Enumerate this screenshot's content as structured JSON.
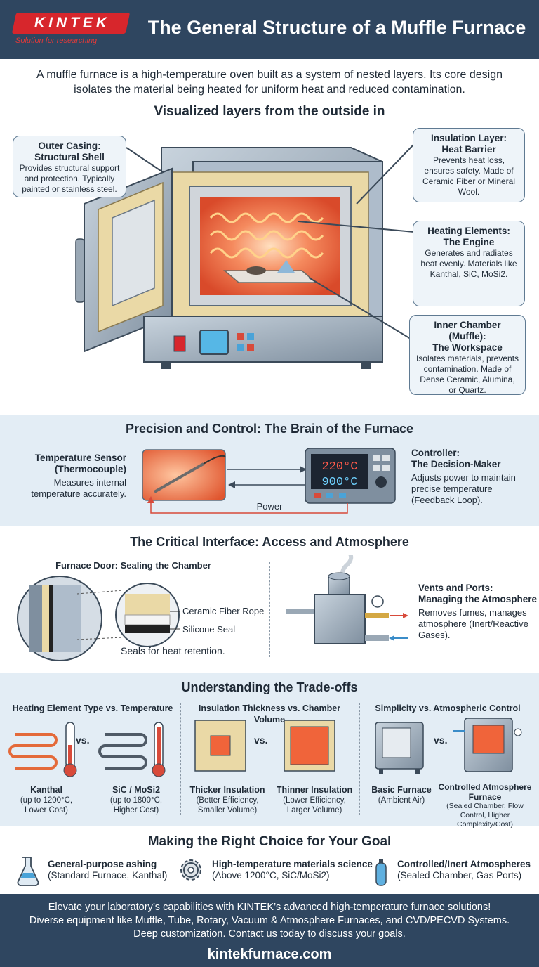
{
  "header": {
    "logo_text": "KINTEK",
    "logo_tagline": "Solution for researching",
    "title": "The General Structure of a Muffle Furnace"
  },
  "intro": "A muffle furnace is a high-temperature oven built as a system of nested layers. Its core design isolates the material being heated for uniform heat and reduced contamination.",
  "layers": {
    "title": "Visualized layers from the outside in",
    "outer_casing": {
      "title1": "Outer Casing:",
      "title2": "Structural Shell",
      "desc": "Provides structural support and protection. Typically painted or stainless steel."
    },
    "insulation": {
      "title1": "Insulation Layer:",
      "title2": "Heat Barrier",
      "desc": "Prevents heat loss, ensures safety. Made of Ceramic Fiber or Mineral Wool."
    },
    "heating": {
      "title1": "Heating Elements:",
      "title2": "The Engine",
      "desc": "Generates and radiates heat evenly. Materials like Kanthal, SiC, MoSi2."
    },
    "chamber": {
      "title1": "Inner Chamber (Muffle):",
      "title2": "The Workspace",
      "desc": "Isolates materials, prevents contamination. Made of Dense Ceramic, Alumina, or Quartz."
    }
  },
  "control": {
    "title": "Precision and Control: The Brain of the Furnace",
    "sensor_title1": "Temperature Sensor",
    "sensor_title2": "(Thermocouple)",
    "sensor_desc": "Measures internal temperature accurately.",
    "controller_title1": "Controller:",
    "controller_title2": "The Decision-Maker",
    "controller_desc": "Adjusts power to maintain precise temperature (Feedback Loop).",
    "display_top": "220°C",
    "display_bottom": "900°C",
    "power_label": "Power"
  },
  "interface": {
    "title": "The Critical Interface: Access and Atmosphere",
    "door_title": "Furnace Door: Sealing the Chamber",
    "rope_label": "Ceramic Fiber Rope",
    "seal_label": "Silicone Seal",
    "door_desc": "Seals for heat retention.",
    "vents_title1": "Vents and Ports:",
    "vents_title2": "Managing the Atmosphere",
    "vents_desc": "Removes fumes, manages atmosphere (Inert/Reactive Gases)."
  },
  "tradeoffs": {
    "title": "Understanding the Trade-offs",
    "vs": "vs.",
    "col1": {
      "heading": "Heating Element Type vs. Temperature",
      "left_title": "Kanthal",
      "left_desc": "(up to 1200°C, Lower Cost)",
      "right_title": "SiC / MoSi2",
      "right_desc": "(up to 1800°C, Higher Cost)"
    },
    "col2": {
      "heading": "Insulation Thickness vs. Chamber Volume",
      "left_title": "Thicker Insulation",
      "left_desc": "(Better Efficiency, Smaller Volume)",
      "right_title": "Thinner Insulation",
      "right_desc": "(Lower Efficiency, Larger Volume)"
    },
    "col3": {
      "heading": "Simplicity vs. Atmospheric Control",
      "left_title": "Basic Furnace",
      "left_desc": "(Ambient Air)",
      "right_title": "Controlled Atmosphere Furnace",
      "right_desc": "(Sealed Chamber, Flow Control, Higher Complexity/Cost)"
    }
  },
  "choice": {
    "title": "Making the Right Choice for Your Goal",
    "items": [
      {
        "title": "General-purpose ashing",
        "desc": "(Standard Furnace, Kanthal)"
      },
      {
        "title": "High-temperature materials science",
        "desc": "(Above 1200°C, SiC/MoSi2)"
      },
      {
        "title": "Controlled/Inert Atmospheres",
        "desc": "(Sealed Chamber, Gas Ports)"
      }
    ]
  },
  "footer": {
    "line1": "Elevate your laboratory’s capabilities with KINTEK’s advanced high-temperature furnace solutions!",
    "line2": "Diverse equipment like Muffle, Tube, Rotary, Vacuum & Atmosphere Furnaces, and CVD/PECVD Systems.",
    "line3": "Deep customization. Contact us today to discuss your goals.",
    "url": "kintekfurnace.com"
  },
  "colors": {
    "navy": "#2f4660",
    "brand_red": "#d7262c",
    "band": "#e3edf5",
    "heat_orange": "#f26b3a",
    "insulation": "#ead9a6"
  }
}
